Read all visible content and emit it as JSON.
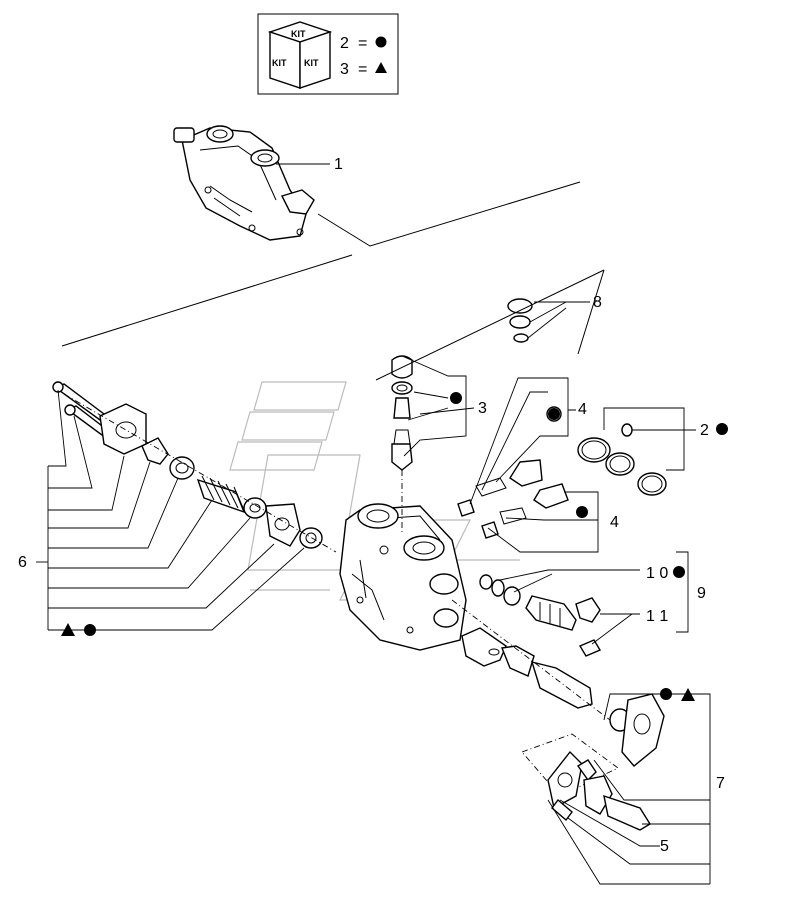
{
  "legend": {
    "kit_text": "KIT",
    "rows": [
      {
        "number": "2",
        "equals": "=",
        "symbol": "circle"
      },
      {
        "number": "3",
        "equals": "=",
        "symbol": "triangle"
      }
    ]
  },
  "callouts": {
    "c1": "1",
    "c2": "2",
    "c3": "3",
    "c4a": "4",
    "c4b": "4",
    "c5": "5",
    "c6": "6",
    "c7": "7",
    "c8": "8",
    "c9": "9",
    "c10": "1 0",
    "c11": "1 1"
  },
  "colors": {
    "ink": "#000000",
    "background": "#ffffff",
    "watermark": "#bbbbbb"
  }
}
